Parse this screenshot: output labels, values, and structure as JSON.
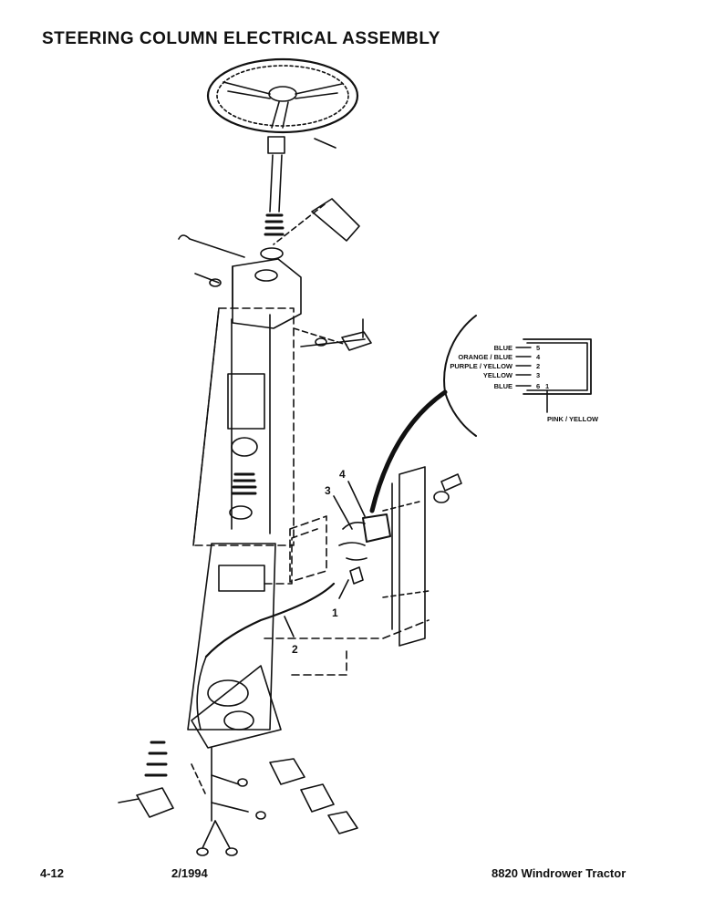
{
  "title": "STEERING COLUMN ELECTRICAL ASSEMBLY",
  "callouts": [
    "1",
    "2",
    "3",
    "4"
  ],
  "inset": {
    "wires": [
      {
        "color": "BLUE",
        "pin": "5"
      },
      {
        "color": "ORANGE / BLUE",
        "pin": "4"
      },
      {
        "color": "PURPLE / YELLOW",
        "pin": "2"
      },
      {
        "color": "YELLOW",
        "pin": "3"
      },
      {
        "color": "BLUE",
        "pin": "6"
      }
    ],
    "pin1": "1",
    "bottom_wire": "PINK / YELLOW"
  },
  "footer": {
    "page": "4-12",
    "date": "2/1994",
    "model": "8820 Windrower Tractor"
  }
}
